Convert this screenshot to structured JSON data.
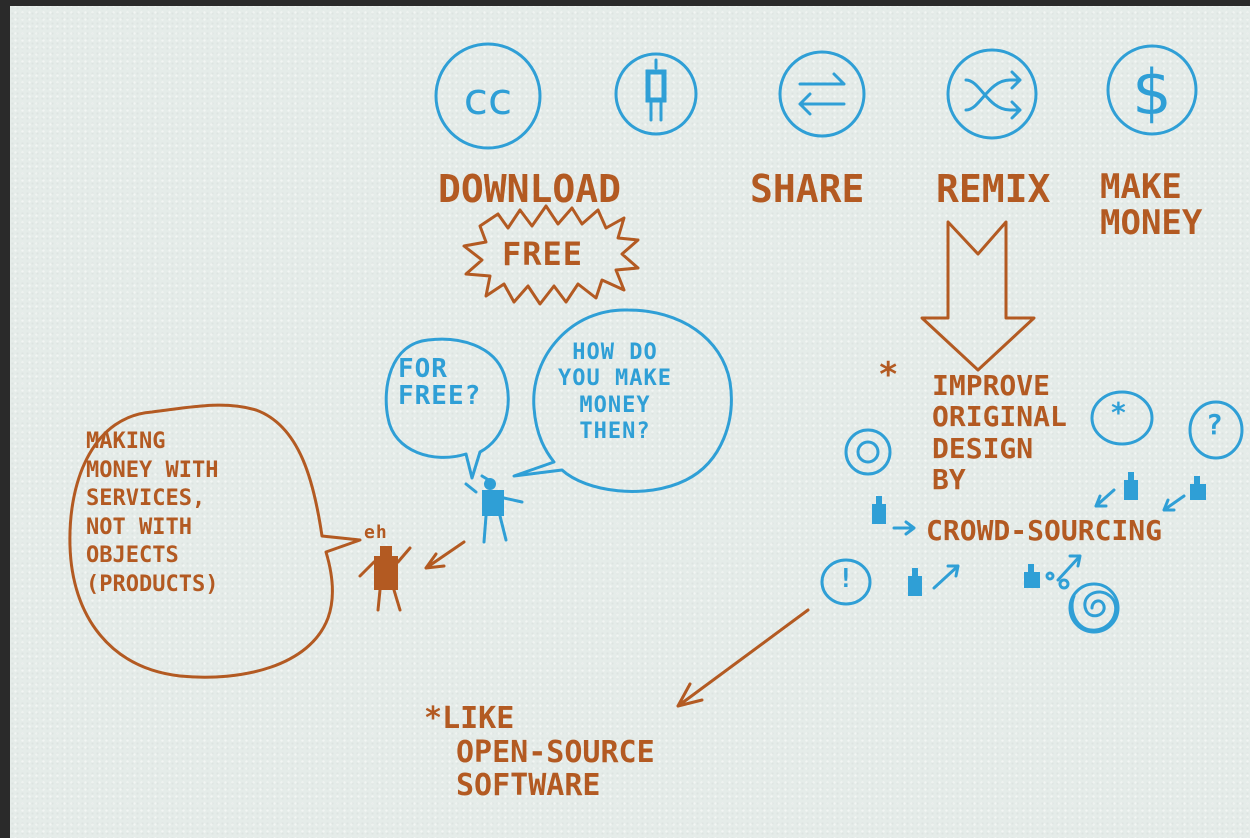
{
  "top_row": {
    "icons": [
      "cc-icon",
      "person-icon",
      "share-arrows-icon",
      "shuffle-icon",
      "dollar-icon"
    ],
    "cc_text": "cc",
    "dollar_text": "$",
    "labels": {
      "download": "DOWNLOAD",
      "share": "SHARE",
      "remix": "REMIX",
      "make_money": [
        "MAKE",
        "MONEY"
      ]
    },
    "free_burst": "FREE"
  },
  "conversation": {
    "bubble_for_free": [
      "FOR",
      "FREE?"
    ],
    "bubble_how": [
      "HOW DO",
      "YOU MAKE",
      "MONEY",
      "THEN?"
    ],
    "bubble_answer": [
      "MAKING",
      "MONEY WITH",
      "SERVICES,",
      "NOT WITH",
      "OBJECTS",
      "(PRODUCTS)"
    ],
    "eh_text": "eh"
  },
  "crowd": {
    "improve": [
      "IMPROVE",
      "ORIGINAL",
      "DESIGN",
      "BY"
    ],
    "crowd_sourcing": "CROWD-SOURCING",
    "asterisk": "*",
    "bubble_texts": {
      "asterisk": "*",
      "question": "?",
      "exclaim": "!",
      "spiral": "@"
    }
  },
  "footnote": {
    "asterisk": "*",
    "lines": [
      "LIKE",
      "OPEN-SOURCE",
      "SOFTWARE"
    ]
  },
  "colors": {
    "brown": "#b35a22",
    "blue": "#2f9fd6",
    "paper": "#e5ece9"
  }
}
